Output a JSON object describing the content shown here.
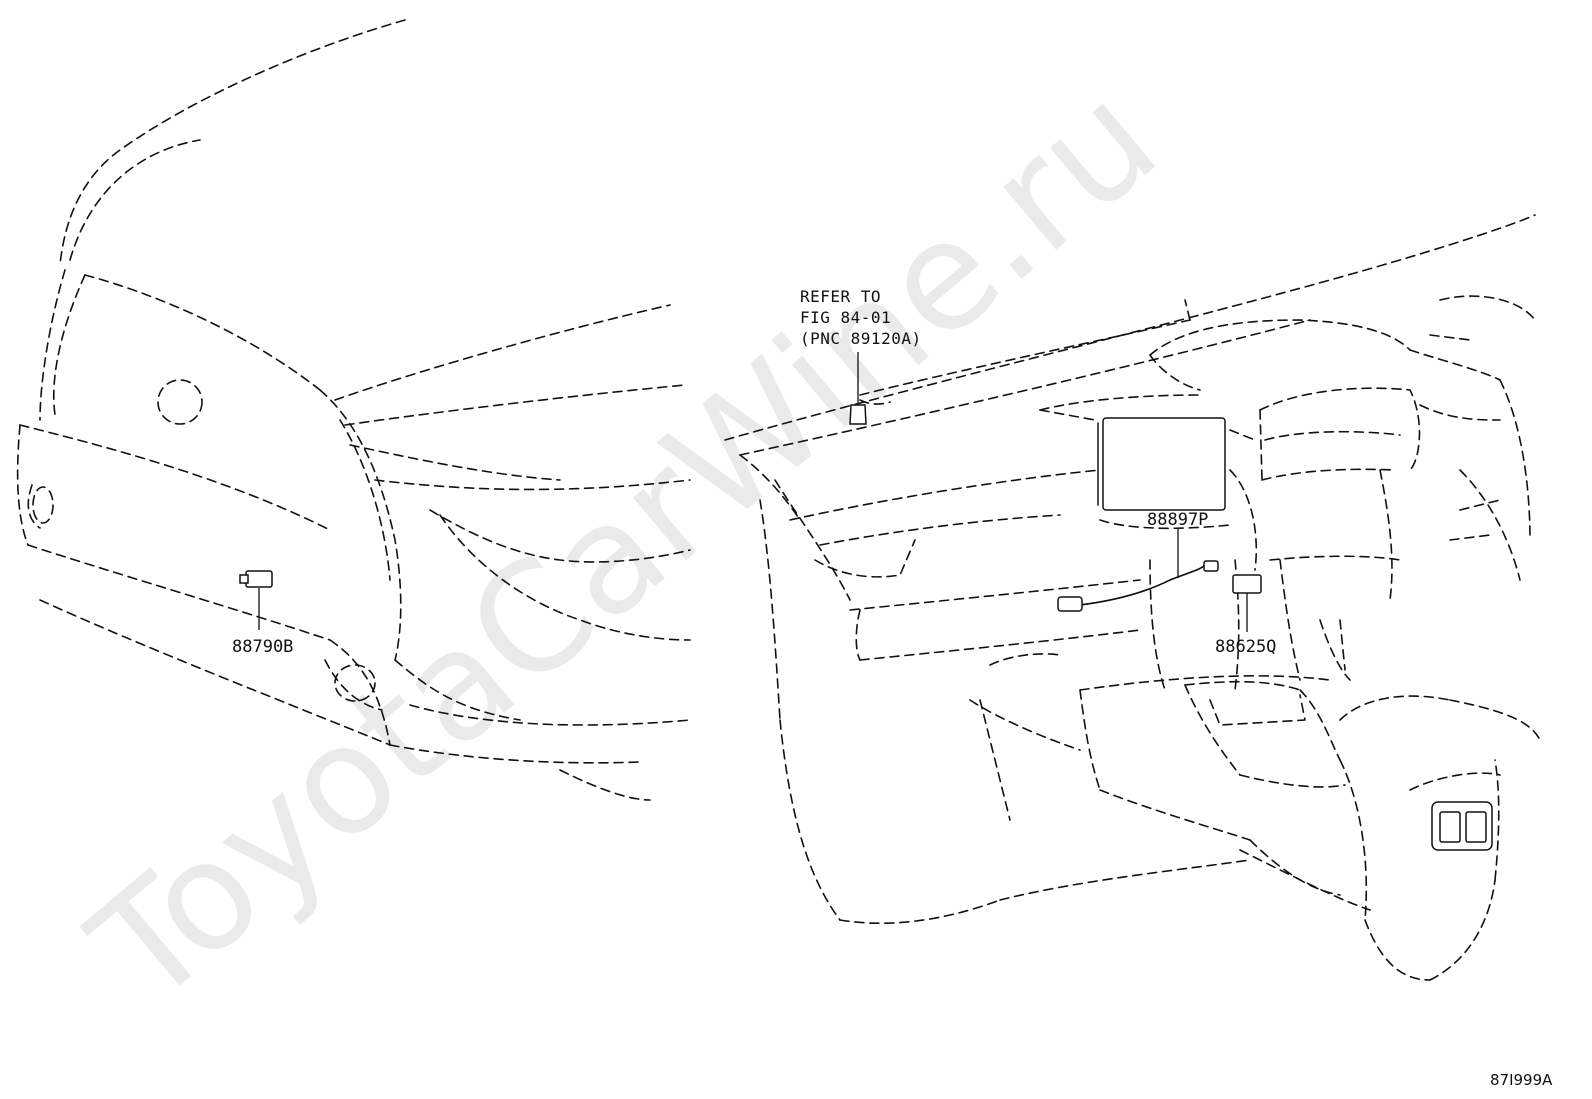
{
  "watermark": "ToyotaCarWine.ru",
  "callouts": {
    "sensor_left": "88790B",
    "cable": "88897P",
    "connector": "88625Q"
  },
  "reference_note": {
    "line1": "REFER TO",
    "line2": "FIG 84-01",
    "line3": "(PNC 89120A)"
  },
  "figure_code": "87I999A"
}
